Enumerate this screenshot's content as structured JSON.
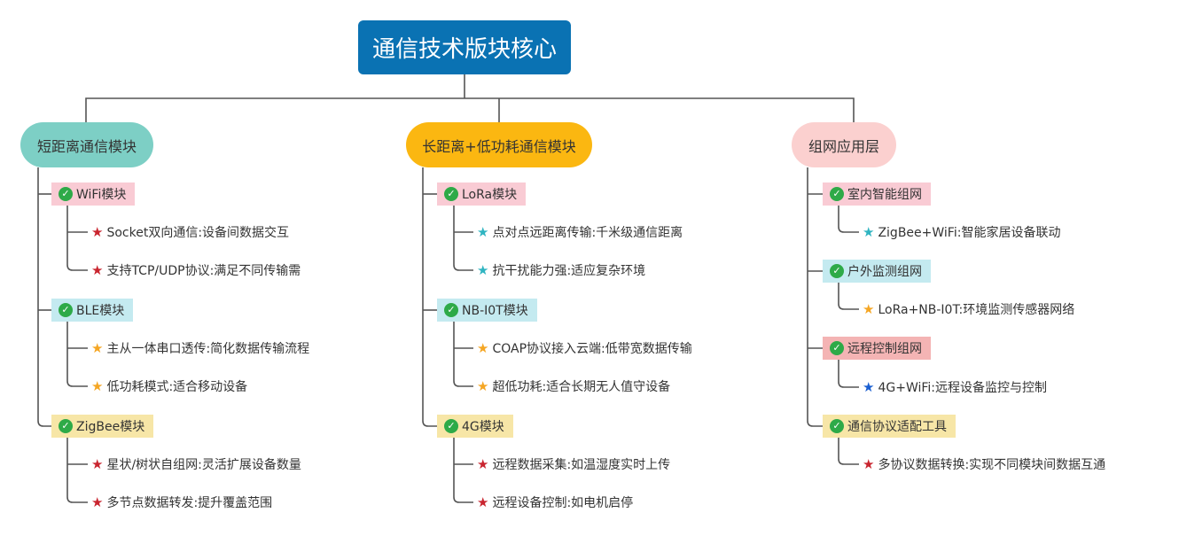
{
  "title": "通信技术版块核心",
  "colors": {
    "root": "#0a72b3",
    "branches": [
      "#7dcfc5",
      "#fbb711",
      "#fbd0cf"
    ],
    "check": "#2eaa48",
    "star_red": "#c9252f",
    "star_teal": "#2fb4c1",
    "star_orange": "#f5a623",
    "star_blue": "#1a5fd1",
    "line": "#555555"
  },
  "branches": [
    {
      "label": "短距离通信模块",
      "modules": [
        {
          "label": "WiFi模块",
          "bg": "#f9cbd4",
          "star": "star_red",
          "items": [
            "Socket双向通信:设备间数据交互",
            "支持TCP/UDP协议:满足不同传输需"
          ]
        },
        {
          "label": "BLE模块",
          "bg": "#c4eaf0",
          "star": "star_orange",
          "items": [
            "主从一体串口透传:简化数据传输流程",
            "低功耗模式:适合移动设备"
          ]
        },
        {
          "label": "ZigBee模块",
          "bg": "#f7e6a7",
          "star": "star_red",
          "items": [
            "星状/树状自组网:灵活扩展设备数量",
            "多节点数据转发:提升覆盖范围"
          ]
        }
      ]
    },
    {
      "label": "长距离+低功耗通信模块",
      "modules": [
        {
          "label": "LoRa模块",
          "bg": "#f9cbd4",
          "star": "star_teal",
          "items": [
            "点对点远距离传输:千米级通信距离",
            "抗干扰能力强:适应复杂环境"
          ]
        },
        {
          "label": "NB-I0T模块",
          "bg": "#c4eaf0",
          "star": "star_orange",
          "items": [
            "COAP协议接入云端:低带宽数据传输",
            "超低功耗:适合长期无人值守设备"
          ]
        },
        {
          "label": "4G模块",
          "bg": "#f7e6a7",
          "star": "star_red",
          "items": [
            "远程数据采集:如温湿度实时上传",
            "远程设备控制:如电机启停"
          ]
        }
      ]
    },
    {
      "label": "组网应用层",
      "modules": [
        {
          "label": "室内智能组网",
          "bg": "#f9cbd4",
          "star": "star_teal",
          "items": [
            "ZigBee+WiFi:智能家居设备联动"
          ]
        },
        {
          "label": "户外监测组网",
          "bg": "#c4eaf0",
          "star": "star_orange",
          "items": [
            "LoRa+NB-I0T:环境监测传感器网络"
          ]
        },
        {
          "label": "远程控制组网",
          "bg": "#f4b4b4",
          "star": "star_blue",
          "items": [
            "4G+WiFi:远程设备监控与控制"
          ]
        },
        {
          "label": "通信协议适配工具",
          "bg": "#f7e6a7",
          "star": "star_red",
          "items": [
            "多协议数据转换:实现不同模块间数据互通"
          ]
        }
      ]
    }
  ]
}
